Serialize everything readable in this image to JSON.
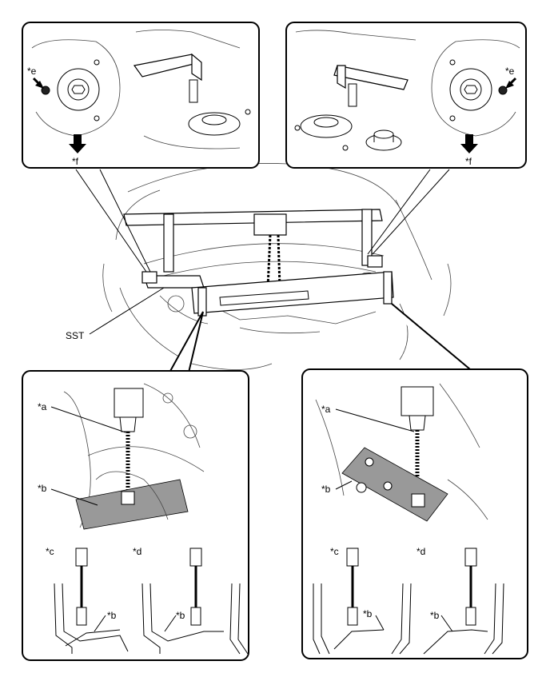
{
  "labels": {
    "sst": "SST",
    "e": "*e",
    "f": "*f",
    "a": "*a",
    "b": "*b",
    "c": "*c",
    "d": "*d"
  }
}
